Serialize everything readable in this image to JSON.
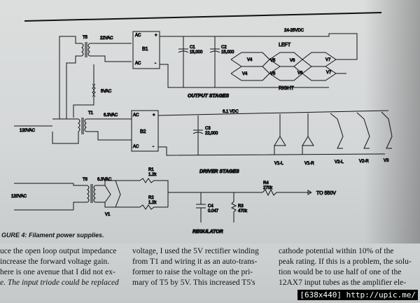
{
  "figure": {
    "caption": "GURE 4: Filament power supplies.",
    "sections": {
      "output": "OUTPUT STAGES",
      "driver": "DRIVER STAGES",
      "regulator": "REGULATOR"
    },
    "labels": {
      "t5": "T5",
      "t1": "T1",
      "t6": "T6",
      "v22": "22VAC",
      "v5": "5VAC",
      "v63a": "6.3VAC",
      "v63b": "6.3VAC",
      "b1": "B1",
      "b2": "B2",
      "c1": "C1",
      "c1v": "15,000",
      "c2": "C2",
      "c2v": "15,000",
      "c3": "C3",
      "c3v": "22,000",
      "c4": "C4",
      "c4v": "0.047",
      "r1": "R1",
      "r1v": "1.2k",
      "r2": "R2",
      "r2v": "1.2k",
      "r3": "R3",
      "r3v": "470k",
      "r4": "R4",
      "r4v": "270k",
      "vdc_top": "24-25VDC",
      "vdc_mid": "6.1 VDC",
      "left": "LEFT",
      "right": "RIGHT",
      "in1": "120VAC",
      "in2": "120VAC",
      "to550": "TO 550V",
      "v1": "V1",
      "v4a": "V4",
      "v5a": "V5",
      "v6a": "V6",
      "v7a": "V7",
      "v4b": "V4",
      "v5b": "V5",
      "v6b": "V6",
      "v7b": "V7",
      "d1": "V1-L",
      "d2": "V1-R",
      "d3": "V2-L",
      "d4": "V2-R",
      "d5": "V3",
      "ac": "AC",
      "plus": "+",
      "minus": "-"
    }
  },
  "body": {
    "col1": [
      "uce the open loop output impedance",
      "increase the forward voltage gain.",
      "here is one avenue that I did not ex-",
      "e. The input triode could be replaced"
    ],
    "col2": [
      "voltage, I used the 5V rectifier winding",
      "from T1 and wiring it as an auto-trans-",
      "former to raise the voltage on the pri-",
      "mary of T5 by 5V. This increased T5's"
    ],
    "col3": [
      "cathode potential within 10% of the",
      "peak rating. If this is a problem, the solu-",
      "tion would be to use half of one of the",
      "12AX7 input tubes as the amplifier ele-"
    ]
  },
  "watermark": "[638x440] http://upic.me/"
}
